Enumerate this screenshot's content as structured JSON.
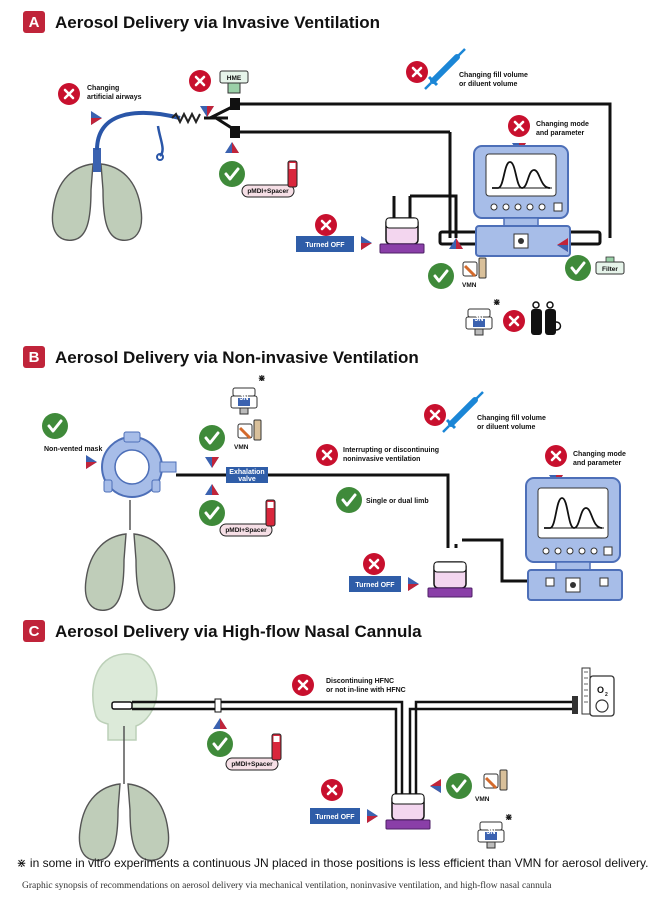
{
  "colors": {
    "accent_red": "#c0243a",
    "badge_red": "#c8102e",
    "check_green": "#3f8a3a",
    "monitor_blue": "#6b8fd6",
    "tube_black": "#111111",
    "nebulizer_purple": "#8a3fa8",
    "lung_green": "#bfcdb9",
    "turned_off_blue": "#2f5da8",
    "triangle_blue": "#3b62b0",
    "triangle_red": "#c0243a"
  },
  "panels": [
    {
      "letter": "A",
      "title": "Aerosol Delivery via Invasive Ventilation"
    },
    {
      "letter": "B",
      "title": "Aerosol Delivery via Non-invasive Ventilation"
    },
    {
      "letter": "C",
      "title": "Aerosol Delivery via High-flow Nasal Cannula"
    }
  ],
  "panel_a": {
    "changing_airways": [
      "Changing",
      "artificial airways"
    ],
    "hme": "HME",
    "fill_volume": [
      "Changing fill volume",
      "or diluent volume"
    ],
    "mode_param": [
      "Changing mode",
      "and parameter"
    ],
    "pmdi": "pMDI+Spacer",
    "turned_off": "Turned OFF",
    "vmn": "VMN",
    "filter": "Filter",
    "jn": "JN",
    "jn_mark": "⋇"
  },
  "panel_b": {
    "jn": "JN",
    "jn_mark": "⋇",
    "vmn": "VMN",
    "non_vented": "Non-vented mask",
    "exhalation": [
      "Exhalation",
      "valve"
    ],
    "pmdi": "pMDI+Spacer",
    "fill_volume": [
      "Changing fill volume",
      "or diluent volume"
    ],
    "interrupting": [
      "Interrupting or discontinuing",
      "noninvasive ventilation"
    ],
    "single_dual": "Single or dual limb",
    "mode_param": [
      "Changing mode",
      "and parameter"
    ],
    "turned_off": "Turned OFF"
  },
  "panel_c": {
    "discontinuing": [
      "Discontinuing HFNC",
      "or not in-line with HFNC"
    ],
    "o2": "O",
    "o2_sub": "2",
    "pmdi": "pMDI+Spacer",
    "turned_off": "Turned OFF",
    "vmn": "VMN",
    "jn": "JN",
    "jn_mark": "⋇"
  },
  "footnote": "⋇ in some in vitro experiments a continuous JN placed in those positions is less efficient than VMN for aerosol delivery.",
  "caption": "Graphic synopsis of recommendations on aerosol delivery via mechanical ventilation, noninvasive ventilation, and high-flow nasal cannula"
}
